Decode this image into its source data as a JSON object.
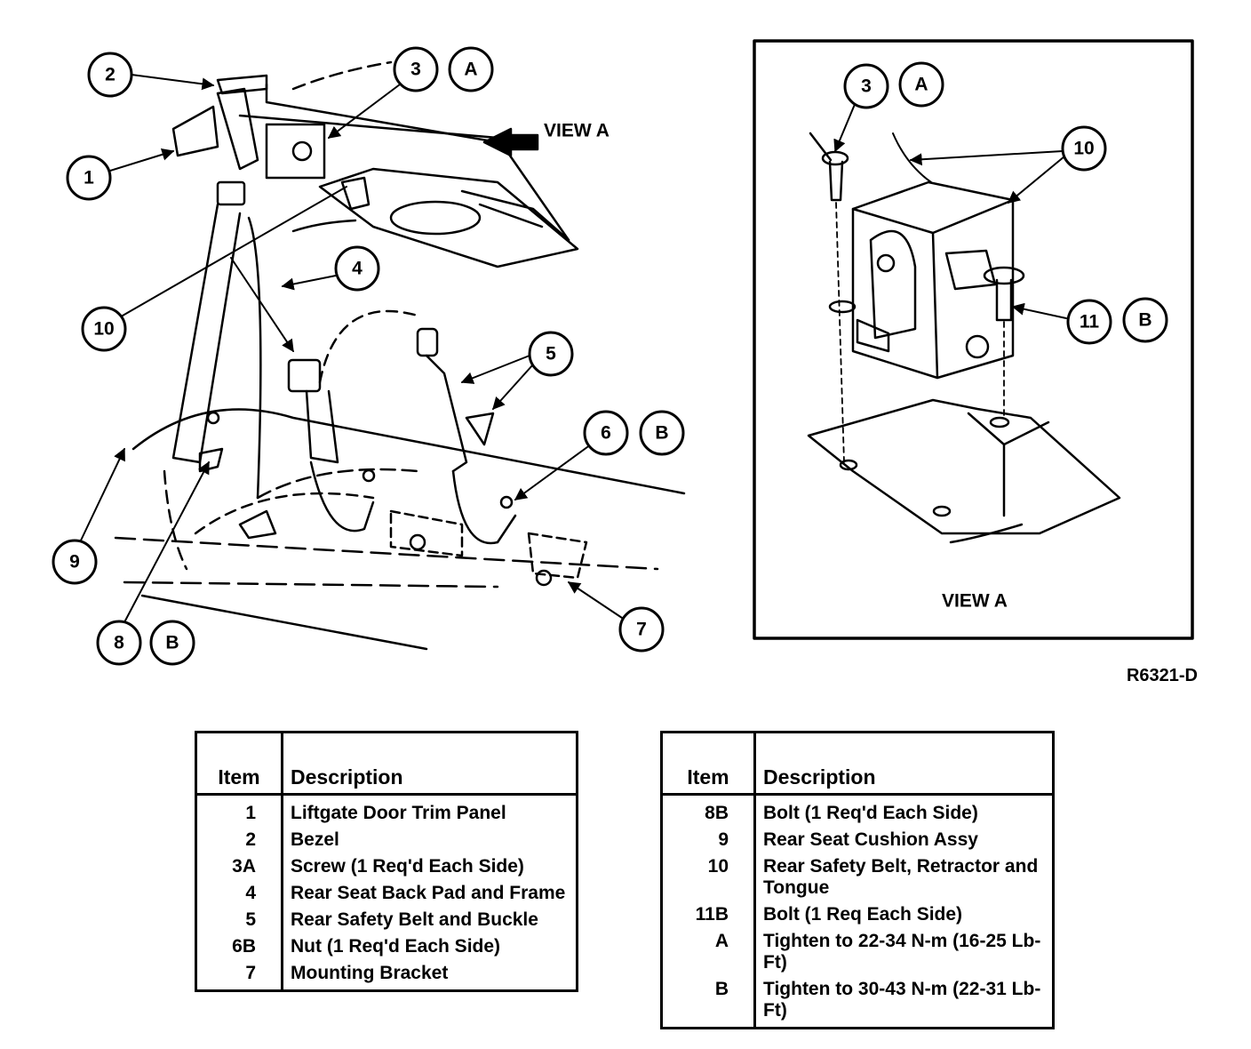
{
  "diagram": {
    "view_label": "VIEW A",
    "inset_label": "VIEW A",
    "figure_ref": "R6321-D",
    "callouts": {
      "c1": "1",
      "c2": "2",
      "c3": "3",
      "cA": "A",
      "c4": "4",
      "c5": "5",
      "c6": "6",
      "c6B": "B",
      "c7": "7",
      "c8": "8",
      "c8B": "B",
      "c9": "9",
      "c10": "10",
      "inset_c3": "3",
      "inset_cA": "A",
      "inset_c10": "10",
      "inset_c11": "11",
      "inset_cB": "B"
    }
  },
  "table_left": {
    "headers": {
      "item": "Item",
      "description": "Description"
    },
    "rows": [
      {
        "item": "1",
        "description": "Liftgate Door Trim Panel"
      },
      {
        "item": "2",
        "description": "Bezel"
      },
      {
        "item": "3A",
        "description": "Screw (1 Req'd Each Side)"
      },
      {
        "item": "4",
        "description": "Rear Seat Back Pad and Frame"
      },
      {
        "item": "5",
        "description": "Rear Safety Belt and Buckle"
      },
      {
        "item": "6B",
        "description": "Nut (1 Req'd Each Side)"
      },
      {
        "item": "7",
        "description": "Mounting Bracket"
      }
    ]
  },
  "table_right": {
    "headers": {
      "item": "Item",
      "description": "Description"
    },
    "rows": [
      {
        "item": "8B",
        "description": "Bolt (1 Req'd Each Side)"
      },
      {
        "item": "9",
        "description": "Rear Seat Cushion Assy"
      },
      {
        "item": "10",
        "description": "Rear Safety Belt, Retractor and Tongue"
      },
      {
        "item": "11B",
        "description": "Bolt (1 Req Each Side)"
      },
      {
        "item": "A",
        "description": "Tighten to 22-34 N-m (16-25 Lb-Ft)"
      },
      {
        "item": "B",
        "description": "Tighten to 30-43 N-m (22-31 Lb-Ft)"
      }
    ]
  }
}
